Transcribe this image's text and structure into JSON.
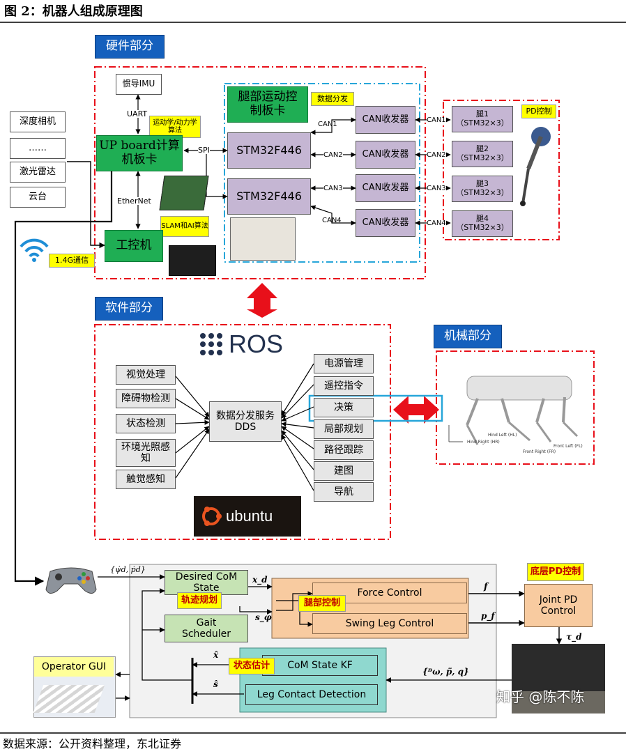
{
  "figure": {
    "title": "图 2：机器人组成原理图",
    "source": "数据来源：公开资料整理，东北证券",
    "watermark": "知乎 @陈不陈"
  },
  "hardware": {
    "section": "硬件部分",
    "imu": "惯导IMU",
    "uart": "UART",
    "kin_note": "运动学/动力学算法",
    "up_board": "UP board计算机板卡",
    "spi": "SPI",
    "ethernet": "EtherNet",
    "slam_note": "SLAM和AI算法",
    "ipc": "工控机",
    "comm_note": "1.4G通信",
    "sensors": [
      "深度相机",
      "……",
      "激光雷达",
      "云台"
    ],
    "leg_board": "腿部运动控制板卡",
    "data_note": "数据分发",
    "stm1": "STM32F446",
    "stm2": "STM32F446",
    "can_links": [
      "CAN1",
      "CAN2",
      "CAN3",
      "CAN4"
    ],
    "transceiver": "CAN收发器",
    "legs": [
      {
        "name": "腿1",
        "spec": "（STM32×3）"
      },
      {
        "name": "腿2",
        "spec": "（STM32×3）"
      },
      {
        "name": "腿3",
        "spec": "（STM32×3）"
      },
      {
        "name": "腿4",
        "spec": "（STM32×3）"
      }
    ],
    "pd_note": "PD控制"
  },
  "software": {
    "section": "软件部分",
    "ros": "ROS",
    "left": [
      "视觉处理",
      "障碍物检测",
      "状态检测",
      "环境光照感知",
      "触觉感知"
    ],
    "center_line1": "数据分发服务",
    "center_line2": "DDS",
    "right": [
      "电源管理",
      "遥控指令",
      "决策",
      "局部规划",
      "路径跟踪",
      "建图",
      "导航"
    ],
    "ubuntu": "ubuntu"
  },
  "mechanical": {
    "section": "机械部分",
    "hind_left": "Hind Left (HL)",
    "hind_right": "Hind Right (HR)",
    "front_right": "Front Right (FR)",
    "front_left": "Front Left (FL)"
  },
  "control": {
    "cmd_label": "{ψ̇d, ṗd}",
    "desired_com": "Desired CoM State",
    "traj_note": "轨迹规划",
    "gait": "Gait Scheduler",
    "xd": "x_d",
    "sphi": "s_φ",
    "leg_note": "腿部控制",
    "force": "Force Control",
    "swing": "Swing Leg Control",
    "f": "f",
    "pf": "p_f",
    "low_note": "底层PD控制",
    "joint_pd": "Joint PD Control",
    "tau": "τ_d",
    "state_note": "状态估计",
    "com_kf": "CoM State KF",
    "contact": "Leg Contact Detection",
    "xhat": "x̂",
    "shat": "ŝ",
    "feedback": "{ᴮω, p̈, q}",
    "gui": "Operator GUI"
  },
  "colors": {
    "section_blue": "#1560bd",
    "dash_red": "#e8101a",
    "dash_blue": "#27a6d9",
    "green": "#1fae54",
    "purple": "#c5b6d3",
    "note_yellow": "#ffff00",
    "orange": "#f8cba0",
    "teal": "#8fd8cf",
    "light_green": "#c6e3b4"
  }
}
